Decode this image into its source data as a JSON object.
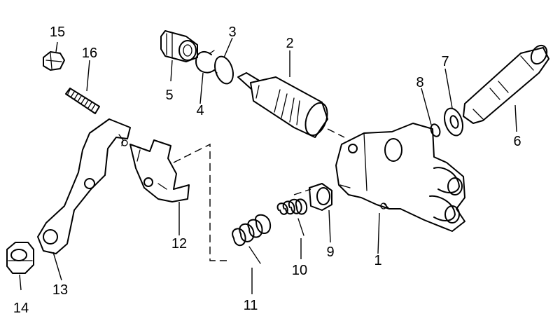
{
  "diagram": {
    "type": "exploded-parts-view",
    "colors": {
      "ink": "#000000",
      "paper": "#ffffff"
    },
    "parts": [
      {
        "id": "1",
        "label": "1"
      },
      {
        "id": "2",
        "label": "2"
      },
      {
        "id": "3",
        "label": "3"
      },
      {
        "id": "4",
        "label": "4"
      },
      {
        "id": "5",
        "label": "5"
      },
      {
        "id": "6",
        "label": "6"
      },
      {
        "id": "7",
        "label": "7"
      },
      {
        "id": "8",
        "label": "8"
      },
      {
        "id": "9",
        "label": "9"
      },
      {
        "id": "10",
        "label": "10"
      },
      {
        "id": "11",
        "label": "11"
      },
      {
        "id": "12",
        "label": "12"
      },
      {
        "id": "13",
        "label": "13"
      },
      {
        "id": "14",
        "label": "14"
      },
      {
        "id": "15",
        "label": "15"
      },
      {
        "id": "16",
        "label": "16"
      }
    ]
  }
}
